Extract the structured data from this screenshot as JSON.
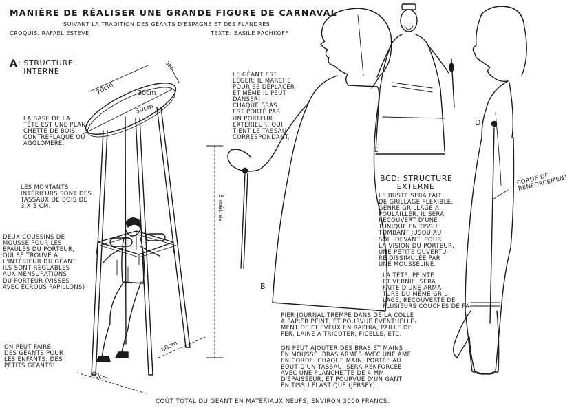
{
  "header": {
    "title": "MANIÈRE DE RÉALISER UNE GRANDE FIGURE DE CARNAVAL",
    "subtitle": "SUIVANT LA TRADITION DES GÉANTS D'ESPAGNE ET DES FLANDRES",
    "credit_left": "CROQUIS. RAFAEL ESTEVE",
    "credit_right": "TEXTE: BASILE PACHKOFF"
  },
  "section_a": {
    "letter": "A",
    "label": ": STRUCTURE\n  INTERNE"
  },
  "dimensions": {
    "top_length": "70cm",
    "top_width_a": "30cm",
    "top_width_b": "30cm",
    "top_thickness": "30c",
    "height": "3 mètres",
    "base_depth": "60cm",
    "base_width": "60cm"
  },
  "notes_a": {
    "tete": "LA BASE DE LA\nTÊTE EST UNE PLAN-\nCHETTE DE BOIS,\nCONTREPLAQUÉ OU\nAGGLOMÉRÉ.",
    "montants": "LES MONTANTS\nINTÉRIEURS SONT DES\nTASSAUX DE BOIS DE\n3 x 5 cm.",
    "coussins": "DEUX COUSSINS DE\nMOUSSE POUR LES\nÉPAULES DU PORTEUR,\nQUI SE TROUVE A\nL'INTÉRIEUR DU GÉANT.\nILS SONT RÉGLABLES\nAUX MENSURATIONS\nDU PORTEUR (VISSES\nAVEC ÉCROUS PAPILLONS)",
    "enfants": "ON PEUT FAIRE\nDES GÉANTS POUR\nLES ENFANTS: DES\nPETITS GÉANTS!"
  },
  "note_geant": "LE GÉANT EST\nLÉGER; IL MARCHE\nPOUR SE DÉPLACER\nET MÊME IL PEUT\nDANSER!\nCHAQUE BRAS\nEST PORTÉ PAR\nUN PORTEUR\nEXTÉRIEUR, QUI\nTIENT LE TASSAU\nCORRESPONDANT.",
  "figure_labels": {
    "b": "B",
    "c": "C",
    "d": "D"
  },
  "section_bcd": {
    "label": "BCD: STRUCTURE\n      EXTERNE"
  },
  "corde_label": "CORDE DE\nRENFORCEMENT",
  "notes_bcd": {
    "buste": "LE BUSTE SERA FAIT\nDE GRILLAGE FLEXIBLE,\nGENRE GRILLAGE A\nPOULAILLER. IL SERA\nRECOUVERT D'UNE\nTUNIQUE EN TISSU\nTOMBANT JUSQU'AU\nSOL. DEVANT, POUR\nLA VISION DU PORTEUR,\nUNE PETITE OUVERTU-\nRE DISSIMULÉE PAR\nUNE MOUSSELINE.",
    "tete": "LA TÊTE, PEINTE\nET VERNIE, SERA\nFAITE D'UNE ARMA-\nTURE DU MÊME GRIL-\nLAGE, RECOUVERTE DE\nPLUSIEURS COUCHES DE PA-",
    "papier": "PIER JOURNAL TREMPÉ DANS DE LA COLLE\nA PAPIER PEINT, ET POURVUE ÉVENTUELLE-\nMENT DE CHEVEUX EN RAPHIA, PAILLE DE\nFER, LAINE A TRICOTER, FICELLE, ETC.",
    "bras": "ON PEUT AJOUTER DES BRAS ET MAINS\nEN MOUSSE. BRAS ARMÉS AVEC UNE ÂME\nEN CORDE. CHAQUE MAIN, PORTÉE AU\nBOUT D'UN TASSAU, SERA RENFORCÉE\nAVEC UNE PLANCHETTE DE 4 MM\nD'ÉPAISSEUR, ET POURVUE D'UN GANT\nEN TISSU ÉLASTIQUE (JERSEY)."
  },
  "footer": "COÛT TOTAL DU GÉANT EN MATÉRIAUX NEUFS, ENVIRON 3000 FRANCS."
}
